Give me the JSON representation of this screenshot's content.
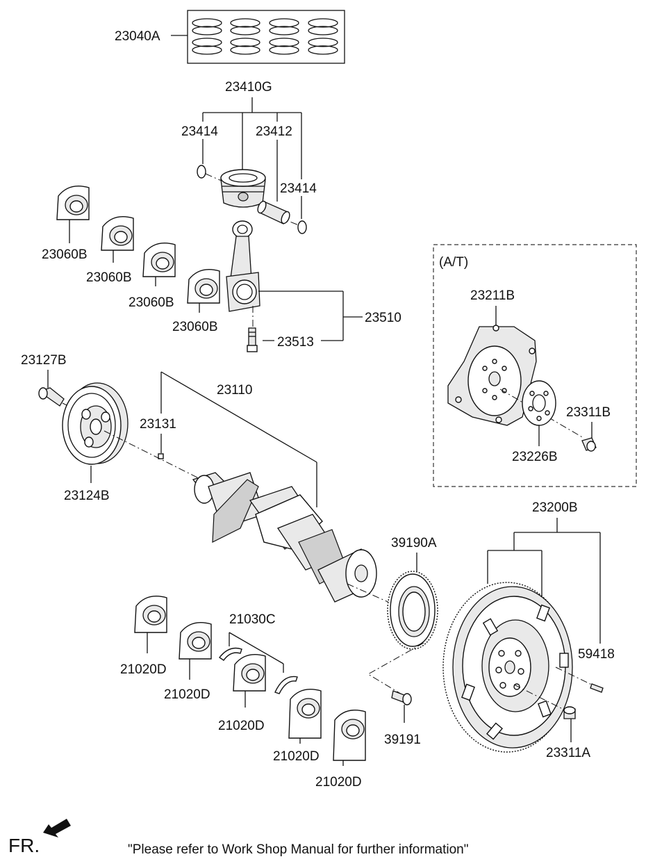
{
  "labels": {
    "rings": "23040A",
    "piston_assy": "23410G",
    "snap_ring_left": "23414",
    "pin": "23412",
    "snap_ring_right": "23414",
    "bearing_upper_1": "23060B",
    "bearing_upper_2": "23060B",
    "bearing_upper_3": "23060B",
    "bearing_upper_4": "23060B",
    "conrod": "23510",
    "conrod_bolt": "23513",
    "pulley_bolt": "23127B",
    "crankshaft": "23110",
    "key": "23131",
    "pulley": "23124B",
    "at_section": "(A/T)",
    "drive_plate": "23211B",
    "adapter_plate": "23226B",
    "drive_plate_bolt": "23311B",
    "flywheel_assy": "23200B",
    "sensor_wheel": "39190A",
    "sensor_screw": "39191",
    "thrust_bearing": "21030C",
    "main_bearing_1": "21020D",
    "main_bearing_2": "21020D",
    "main_bearing_3": "21020D",
    "main_bearing_4": "21020D",
    "main_bearing_5": "21020D",
    "dowel_pin": "59418",
    "flywheel_bolt": "23311A"
  },
  "footer": {
    "front_marker": "FR.",
    "note": "\"Please refer to Work Shop Manual for further information\""
  },
  "icons": {
    "front_arrow": "arrow-left-down-icon"
  }
}
